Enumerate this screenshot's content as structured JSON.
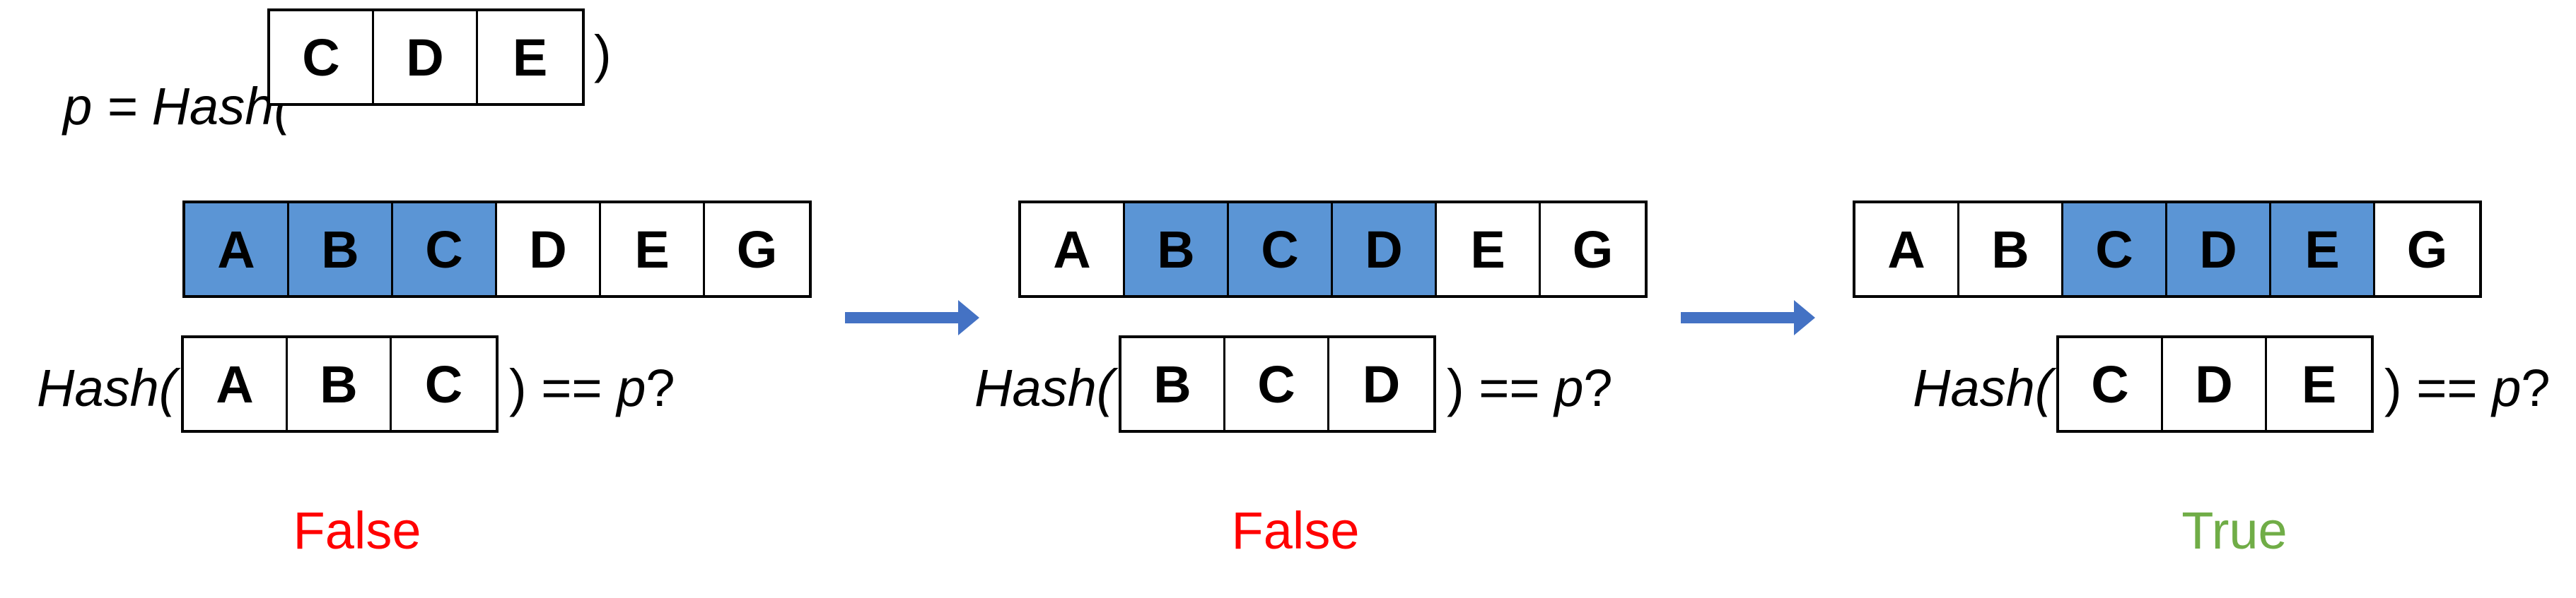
{
  "pattern_line": {
    "lhs": "p = Hash(",
    "cells": [
      "C",
      "D",
      "E"
    ],
    "rhs": ")"
  },
  "steps": [
    {
      "text_cells": [
        "A",
        "B",
        "C",
        "D",
        "E",
        "G"
      ],
      "window_start": 0,
      "window_size": 3,
      "hash_prefix": "Hash(",
      "window_cells": [
        "A",
        "B",
        "C"
      ],
      "hash_suffix": ") == p?",
      "result": "False",
      "result_color": "#ff0000"
    },
    {
      "text_cells": [
        "A",
        "B",
        "C",
        "D",
        "E",
        "G"
      ],
      "window_start": 1,
      "window_size": 3,
      "hash_prefix": "Hash(",
      "window_cells": [
        "B",
        "C",
        "D"
      ],
      "hash_suffix": ") == p?",
      "result": "False",
      "result_color": "#ff0000"
    },
    {
      "text_cells": [
        "A",
        "B",
        "C",
        "D",
        "E",
        "G"
      ],
      "window_start": 2,
      "window_size": 3,
      "hash_prefix": "Hash(",
      "window_cells": [
        "C",
        "D",
        "E"
      ],
      "hash_suffix": ") == p?",
      "result": "True",
      "result_color": "#70ad47"
    }
  ],
  "colors": {
    "highlight": "#5b95d5",
    "arrow": "#4472c4"
  }
}
